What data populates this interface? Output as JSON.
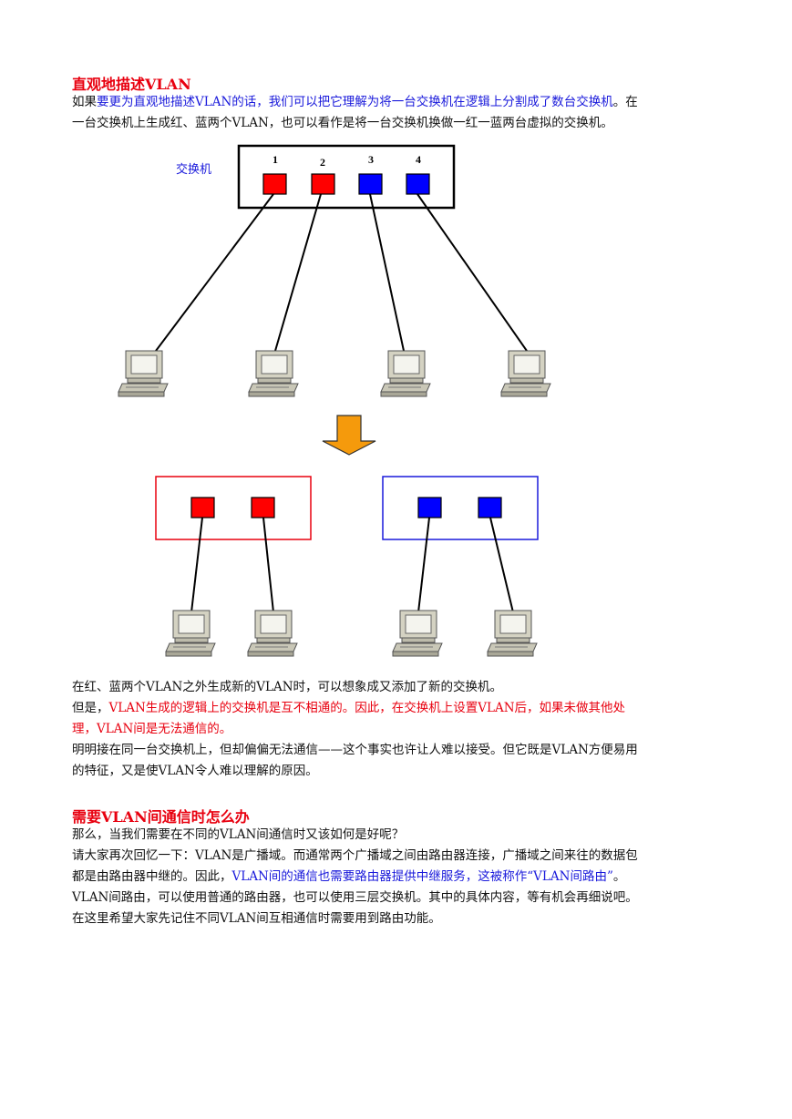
{
  "section1": {
    "heading": "直观地描述VLAN",
    "p1_a": "如果",
    "p1_b": "要更为直观地描述VLAN的话，我们可以把它理解为将一台交换机在逻辑上分割成了数台交换机",
    "p1_c": "。在",
    "p1_d": "一台交换机上生成红、蓝两个VLAN，也可以看作是将一台交换机换做一红一蓝两台虚拟的交换机。"
  },
  "diagram": {
    "switch_label": "交换机",
    "ports": [
      "1",
      "2",
      "3",
      "4"
    ],
    "colors": {
      "red": "#ff0000",
      "blue": "#0000ff",
      "arrow": "#f59a0c",
      "arrow_outline": "#333333"
    }
  },
  "section1b": {
    "p2": "在红、蓝两个VLAN之外生成新的VLAN时，可以想象成又添加了新的交换机。",
    "p3_a": "但是，",
    "p3_b": "VLAN生成的逻辑上的交换机是互不相通的。因此，在交换机上设置VLAN后，如果未做其他处",
    "p3_c": "理，VLAN间是无法通信的。",
    "p4_a": "明明接在同一台交换机上，但却偏偏无法通信——这个事实也许让人难以接受。但它既是VLAN方便易用",
    "p4_b": "的特征，又是使VLAN令人难以理解的原因。"
  },
  "section2": {
    "heading": "需要VLAN间通信时怎么办",
    "p1": "那么，当我们需要在不同的VLAN间通信时又该如何是好呢？",
    "p2_a": "请大家再次回忆一下：VLAN是广播域。而通常两个广播域之间由路由器连接，广播域之间来往的数据包",
    "p2_b": "都是由路由器中继的。因此，",
    "p2_c": "VLAN间的通信也需要路由器提供中继服务，这被称作“VLAN间路由”",
    "p2_d": "。",
    "p3": "VLAN间路由，可以使用普通的路由器，也可以使用三层交换机。其中的具体内容，等有机会再细说吧。",
    "p4": "在这里希望大家先记住不同VLAN间互相通信时需要用到路由功能。"
  }
}
